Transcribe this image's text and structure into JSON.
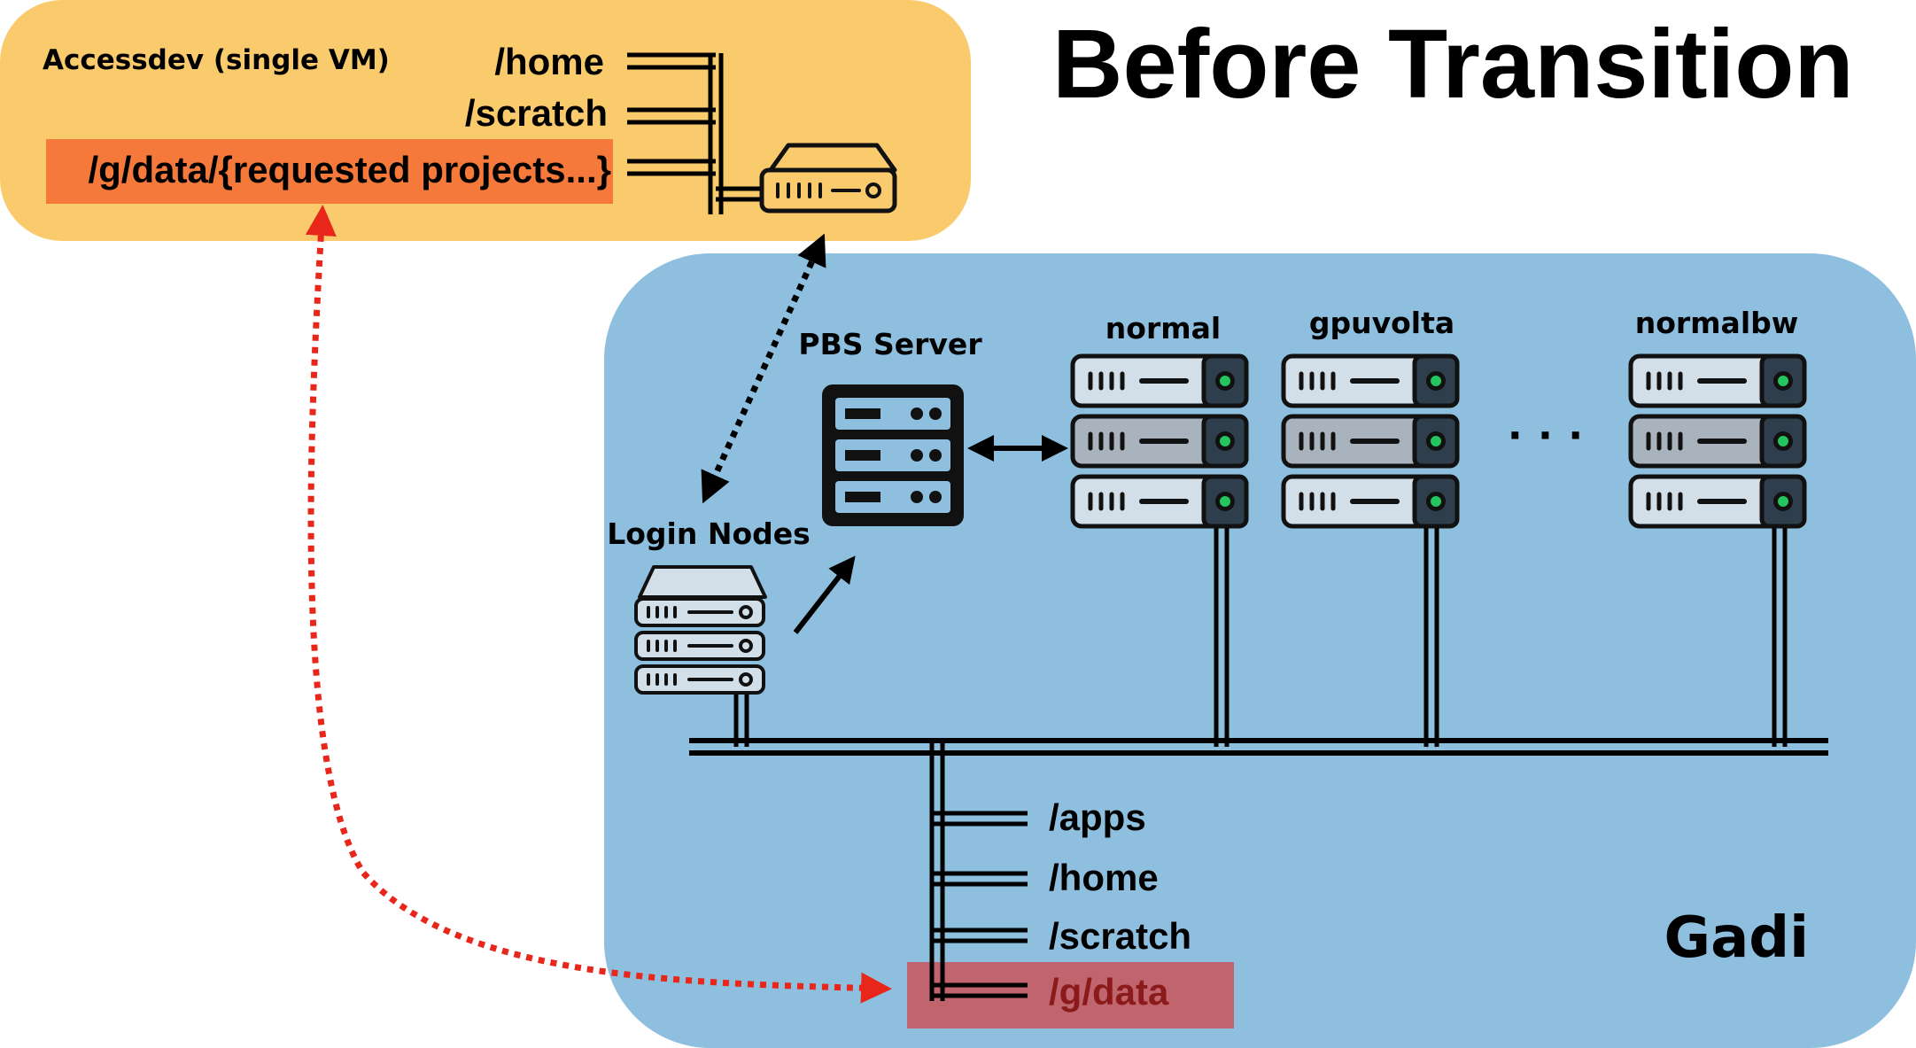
{
  "title": "Before Transition",
  "accessdev": {
    "label": "Accessdev (single VM)",
    "mounts": [
      "/home",
      "/scratch",
      "/g/data/{requested projects...}"
    ]
  },
  "gadi": {
    "label": "Gadi",
    "pbs_label": "PBS Server",
    "login_label": "Login Nodes",
    "queues": [
      "normal",
      "gpuvolta",
      "normalbw"
    ],
    "ellipsis": "· · ·",
    "mounts": [
      "/apps",
      "/home",
      "/scratch",
      "/g/data"
    ]
  },
  "colors": {
    "accessdev_bg": "#FACB6D",
    "gadi_bg": "#8EBFDF",
    "highlight_orange": "#F4793A",
    "highlight_red": "#C0646E",
    "gdata_text": "#8B1A1A",
    "dotted_red": "#E8261A",
    "server_fill": "#D3DFE8",
    "server_mid": "#A8B3BE",
    "server_dark": "#2F3E4D",
    "led_green": "#22C55E"
  }
}
